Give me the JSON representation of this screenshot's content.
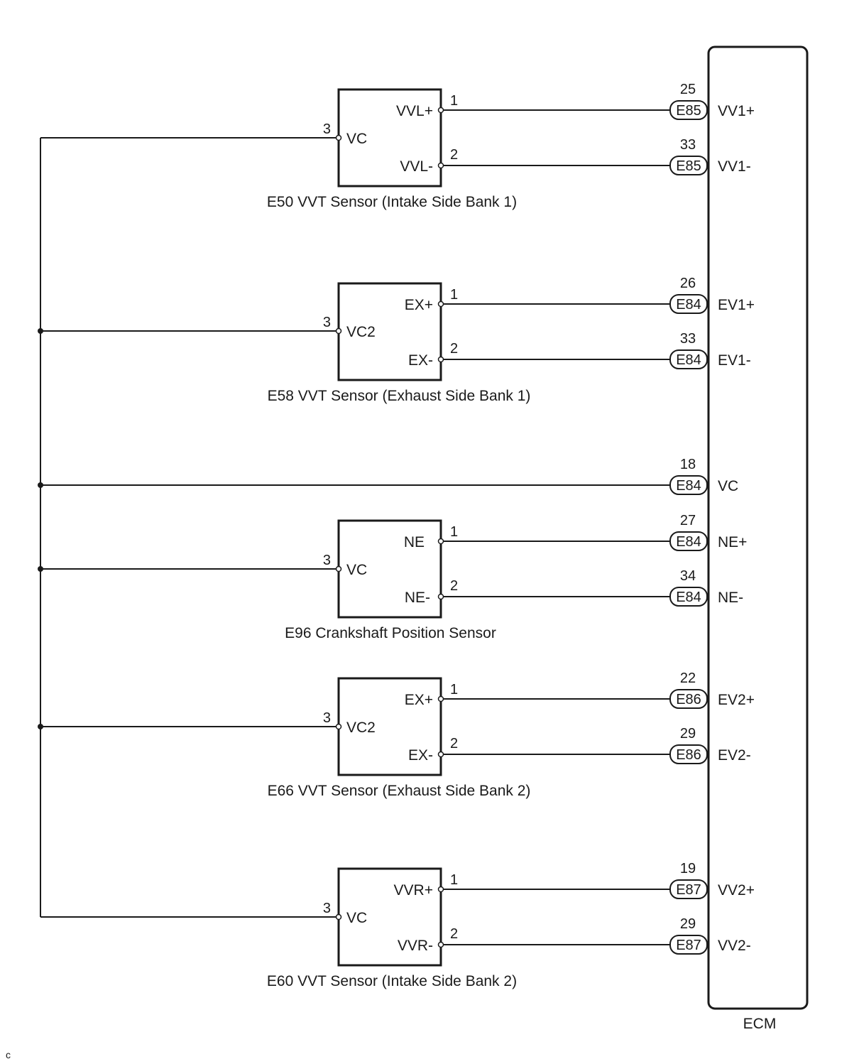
{
  "ecm": {
    "label": "ECM"
  },
  "corner_mark": "c",
  "sensors": [
    {
      "caption": "E50 VVT Sensor (Intake Side Bank 1)",
      "vc_label": "VC",
      "vc_pin": "3",
      "out1_label": "VVL+",
      "out1_pin": "1",
      "out2_label": "VVL-",
      "out2_pin": "2"
    },
    {
      "caption": "E58 VVT Sensor (Exhaust Side Bank 1)",
      "vc_label": "VC2",
      "vc_pin": "3",
      "out1_label": "EX+",
      "out1_pin": "1",
      "out2_label": "EX-",
      "out2_pin": "2"
    },
    {
      "caption": "E96 Crankshaft Position Sensor",
      "vc_label": "VC",
      "vc_pin": "3",
      "out1_label": "NE",
      "out1_pin": "1",
      "out2_label": "NE-",
      "out2_pin": "2"
    },
    {
      "caption": "E66 VVT Sensor (Exhaust Side Bank 2)",
      "vc_label": "VC2",
      "vc_pin": "3",
      "out1_label": "EX+",
      "out1_pin": "1",
      "out2_label": "EX-",
      "out2_pin": "2"
    },
    {
      "caption": "E60 VVT Sensor (Intake Side Bank 2)",
      "vc_label": "VC",
      "vc_pin": "3",
      "out1_label": "VVR+",
      "out1_pin": "1",
      "out2_label": "VVR-",
      "out2_pin": "2"
    }
  ],
  "ecm_terminals": [
    {
      "pin": "25",
      "connector": "E85",
      "signal": "VV1+"
    },
    {
      "pin": "33",
      "connector": "E85",
      "signal": "VV1-"
    },
    {
      "pin": "26",
      "connector": "E84",
      "signal": "EV1+"
    },
    {
      "pin": "33",
      "connector": "E84",
      "signal": "EV1-"
    },
    {
      "pin": "18",
      "connector": "E84",
      "signal": "VC"
    },
    {
      "pin": "27",
      "connector": "E84",
      "signal": "NE+"
    },
    {
      "pin": "34",
      "connector": "E84",
      "signal": "NE-"
    },
    {
      "pin": "22",
      "connector": "E86",
      "signal": "EV2+"
    },
    {
      "pin": "29",
      "connector": "E86",
      "signal": "EV2-"
    },
    {
      "pin": "19",
      "connector": "E87",
      "signal": "VV2+"
    },
    {
      "pin": "29",
      "connector": "E87",
      "signal": "VV2-"
    }
  ]
}
